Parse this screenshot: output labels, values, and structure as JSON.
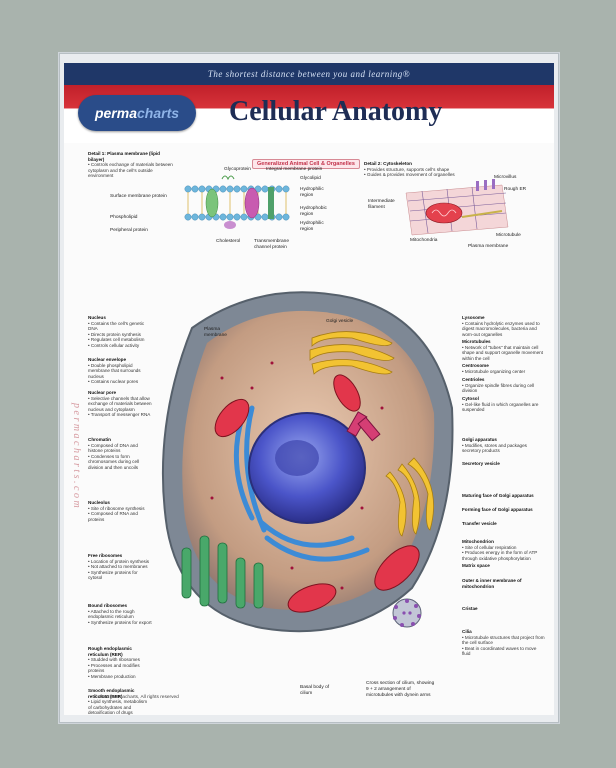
{
  "header": {
    "tagline": "The shortest distance between you and learning®",
    "logo_text": "perma",
    "logo_text_accent": "charts",
    "title": "Cellular Anatomy",
    "vertical_brand": "permacharts.com",
    "banner": "Generalized Animal Cell & Organelles"
  },
  "detail1": {
    "heading": "Detail 1: Plasma membrane (lipid bilayer)",
    "text": "• Controls exchange of materials between cytoplasm and the cell's outside environment",
    "labels": {
      "glycoprotein": "Glycoprotein",
      "integral": "Integral membrane protein",
      "glycolipid": "Glycolipid",
      "surface": "Surface membrane protein",
      "phospholipid": "Phospholipid",
      "peripheral": "Peripheral protein",
      "hydrophilic1": "Hydrophilic region",
      "hydrophobic": "Hydrophobic region",
      "hydrophilic2": "Hydrophilic region",
      "cholesterol": "Cholesterol",
      "transmembrane": "Transmembrane channel protein"
    }
  },
  "detail2": {
    "heading": "Detail 2: Cytoskeleton",
    "text": "• Provides structure, supports cell's shape\n• Guides & provides movement of organelles",
    "labels": {
      "microvillus": "Microvillus",
      "rough_er": "Rough ER",
      "intermediate": "Intermediate filament",
      "mitochondria": "Mitochondria",
      "microtubule": "Microtubule",
      "plasma": "Plasma membrane"
    }
  },
  "left_blocks": [
    {
      "h": "Nucleus",
      "t": "• Contains the cell's genetic DNA\n• Directs protein synthesis\n• Regulates cell metabolism\n• Controls cellular activity"
    },
    {
      "h": "Nuclear envelope",
      "t": "• Double phospholipid membrane that surrounds nucleus\n• Contains nuclear pores"
    },
    {
      "h": "Nuclear pore",
      "t": "• Selective channels that allow exchange of materials between nucleus and cytoplasm\n• Transport of messenger RNA"
    },
    {
      "h": "Chromatin",
      "t": "• Composed of DNA and histone proteins\n• Condenses to form chromosomes during cell division and then uncoils"
    },
    {
      "h": "Nucleolus",
      "t": "• Site of ribosome synthesis\n• Composed of RNA and proteins"
    },
    {
      "h": "Free ribosomes",
      "t": "• Location of protein synthesis\n• Not attached to membranes\n• Synthesize proteins for cytosol"
    },
    {
      "h": "Bound ribosomes",
      "t": "• Attached to the rough endoplasmic reticulum\n• Synthesize proteins for export"
    },
    {
      "h": "Rough endoplasmic reticulum (RER)",
      "t": "• Studded with ribosomes\n• Processes and modifies proteins\n• Membrane production"
    },
    {
      "h": "Smooth endoplasmic reticulum (SER)",
      "t": "• Lipid synthesis, metabolism of carbohydrates and detoxification of drugs"
    }
  ],
  "right_blocks": [
    {
      "h": "Lysosome",
      "t": "• Contains hydrolytic enzymes used to digest macromolecules, bacteria and worn-out organelles"
    },
    {
      "h": "Microtubules",
      "t": "• Network of \"tubes\" that maintain cell shape and support organelle movement within the cell"
    },
    {
      "h": "Centrosome",
      "t": "• Microtubule organizing center"
    },
    {
      "h": "Centrioles",
      "t": "• Organize spindle fibres during cell division"
    },
    {
      "h": "Cytosol",
      "t": "• Gel-like fluid in which organelles are suspended"
    },
    {
      "h": "Golgi apparatus",
      "t": "• Modifies, stores and packages secretory products"
    },
    {
      "h": "Secretory vesicle",
      "t": ""
    },
    {
      "h": "Maturing face of Golgi apparatus",
      "t": ""
    },
    {
      "h": "Forming face of Golgi apparatus",
      "t": ""
    },
    {
      "h": "Transfer vesicle",
      "t": ""
    },
    {
      "h": "Mitochondrion",
      "t": "• Site of cellular respiration\n• Produces energy in the form of ATP through oxidative phosphorylation"
    },
    {
      "h": "Matrix space",
      "t": ""
    },
    {
      "h": "Outer & inner membrane of mitochondrion",
      "t": ""
    },
    {
      "h": "Cristae",
      "t": ""
    },
    {
      "h": "Cilia",
      "t": "• Microtubule structures that project from the cell surface\n• Beat in coordinated waves to move fluid"
    }
  ],
  "center_labels": {
    "plasma_membrane": "Plasma membrane",
    "golgi_vesicle": "Golgi vesicle",
    "cross_section": "Cross section of cilium, showing 9 + 2 arrangement of microtubules with dynein arms",
    "basal_body": "Basal body of cilium"
  },
  "footer": "© 2003 Permacharts, All rights reserved"
}
